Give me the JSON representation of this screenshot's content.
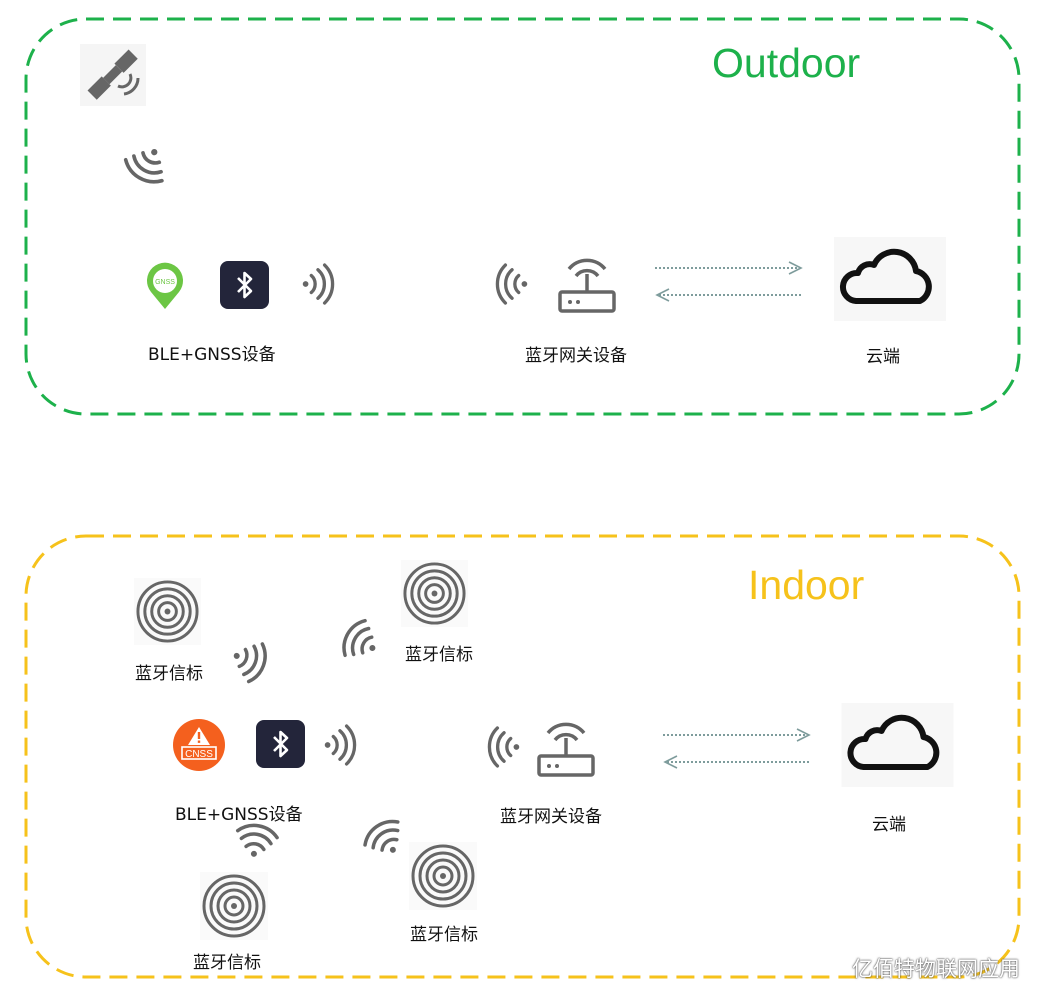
{
  "outdoor": {
    "title": "Outdoor",
    "device_label": "BLE+GNSS设备",
    "pin_text": "GNSS",
    "gateway_label": "蓝牙网关设备",
    "cloud_label": "云端"
  },
  "indoor": {
    "title": "Indoor",
    "beacon_labels": [
      "蓝牙信标",
      "蓝牙信标",
      "蓝牙信标",
      "蓝牙信标"
    ],
    "device_label": "BLE+GNSS设备",
    "alert_text": "CNSS",
    "gateway_label": "蓝牙网关设备",
    "cloud_label": "云端"
  },
  "watermark": "亿佰特物联网应用",
  "colors": {
    "outdoor": "#1db14b",
    "indoor": "#f6c21b",
    "icon_gray": "#666666",
    "bluetooth_bg": "#23253a",
    "pin_green": "#6cc644",
    "alert_orange": "#f4601e",
    "arrow": "#7e9c9c"
  }
}
